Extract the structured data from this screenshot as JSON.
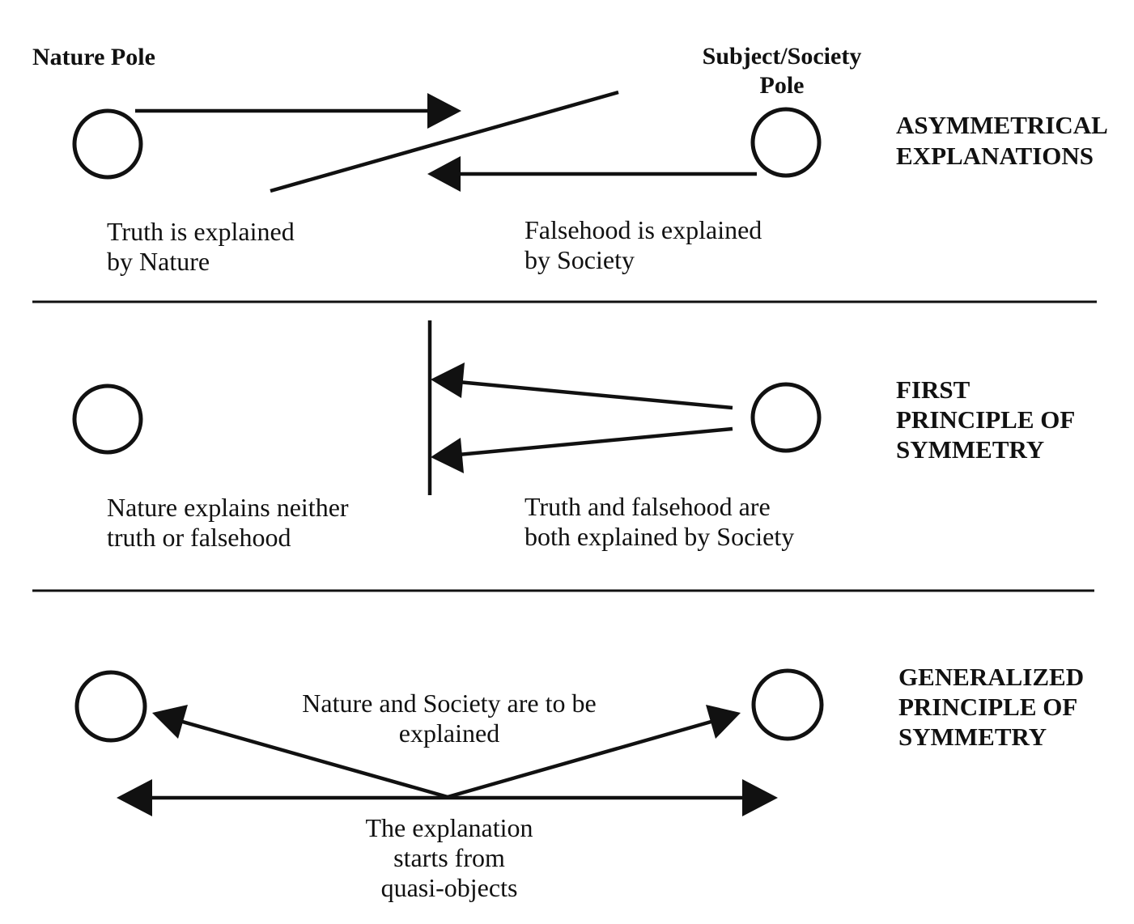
{
  "poles": {
    "nature": "Nature Pole",
    "society_line1": "Subject/Society",
    "society_line2": "Pole"
  },
  "sections": [
    {
      "title_lines": [
        "ASYMMETRICAL",
        "EXPLANATIONS"
      ],
      "left_caption": [
        "Truth is explained",
        "by Nature"
      ],
      "right_caption": [
        "Falsehood is explained",
        "by Society"
      ]
    },
    {
      "title_lines": [
        "FIRST",
        "PRINCIPLE OF",
        "SYMMETRY"
      ],
      "left_caption": [
        "Nature explains neither",
        "truth or falsehood"
      ],
      "right_caption": [
        "Truth and falsehood are",
        "both explained by Society"
      ]
    },
    {
      "title_lines": [
        "GENERALIZED",
        "PRINCIPLE OF",
        "SYMMETRY"
      ],
      "top_caption": [
        "Nature and Society are to be",
        "explained"
      ],
      "bottom_caption": [
        "The explanation",
        "starts from",
        "quasi-objects"
      ]
    }
  ]
}
